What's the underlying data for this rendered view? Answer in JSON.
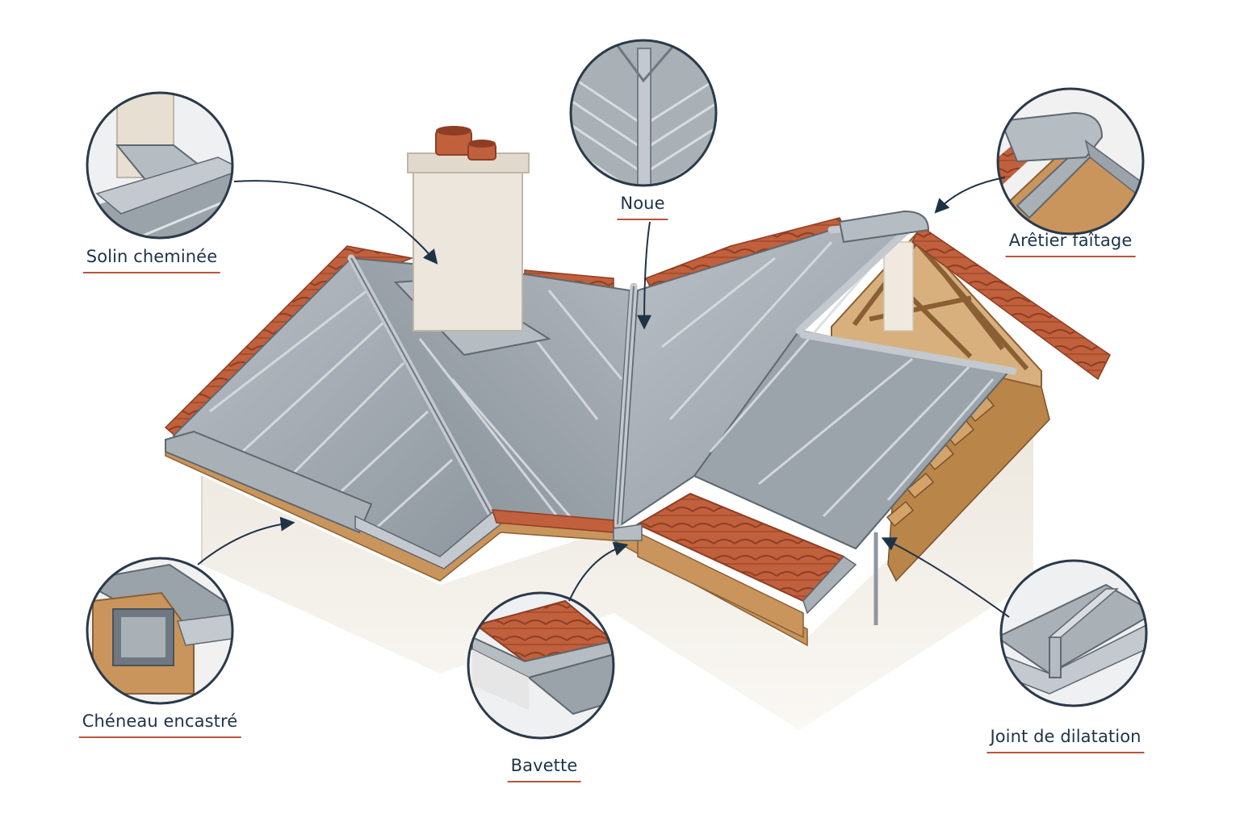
{
  "callouts": {
    "solin": "Solin cheminée",
    "noue": "Noue",
    "aretier": "Arêtier faîtage",
    "cheneau": "Chéneau encastré",
    "bavette": "Bavette",
    "joint": "Joint de dilatation"
  },
  "colors": {
    "zinc": "#9aa2aa",
    "zinc_dark": "#6f7880",
    "zinc_light": "#c3c9ce",
    "tile": "#c0603c",
    "tile_dark": "#8f3e24",
    "wood": "#c9955c",
    "wall": "#efebe4",
    "chimney": "#e9e3d8",
    "ink": "#1f3347",
    "underline": "#b8553a",
    "circle_stroke": "#2b3a4a"
  }
}
